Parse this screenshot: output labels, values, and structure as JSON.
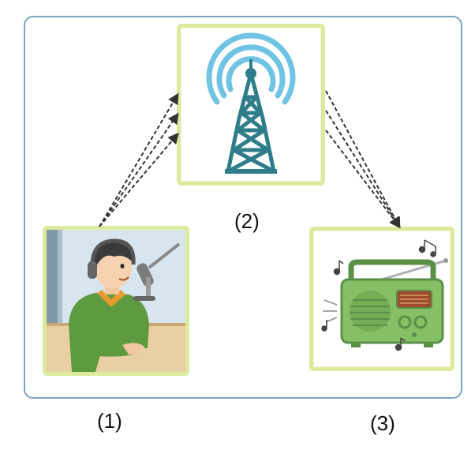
{
  "labels": {
    "studio": "(1)",
    "tower": "(2)",
    "radio": "(3)"
  },
  "colors": {
    "frame_border": "#7aa7be",
    "card_border": "#dcea9e",
    "tower": "#2f7d8a",
    "signal": "#6fc3e3",
    "arrow": "#333333",
    "radio_body": "#86c066",
    "shirt": "#5e9a3f"
  },
  "icons": {
    "tower": "broadcast-tower-icon",
    "studio": "radio-presenter-illustration",
    "radio": "portable-radio-illustration"
  }
}
